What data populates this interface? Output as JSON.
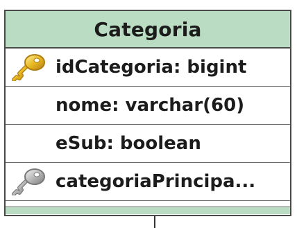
{
  "entity": {
    "title": "Categoria",
    "header_color": "#b9dcc3",
    "fields": [
      {
        "label": "idCategoria: bigint",
        "icon": "primary-key-icon",
        "icon_color": "#e8b923"
      },
      {
        "label": "nome: varchar(60)",
        "icon": ""
      },
      {
        "label": "eSub: boolean",
        "icon": ""
      },
      {
        "label": "categoriaPrincipa...",
        "icon": "foreign-key-icon",
        "icon_color": "#a8a8a8"
      }
    ]
  }
}
